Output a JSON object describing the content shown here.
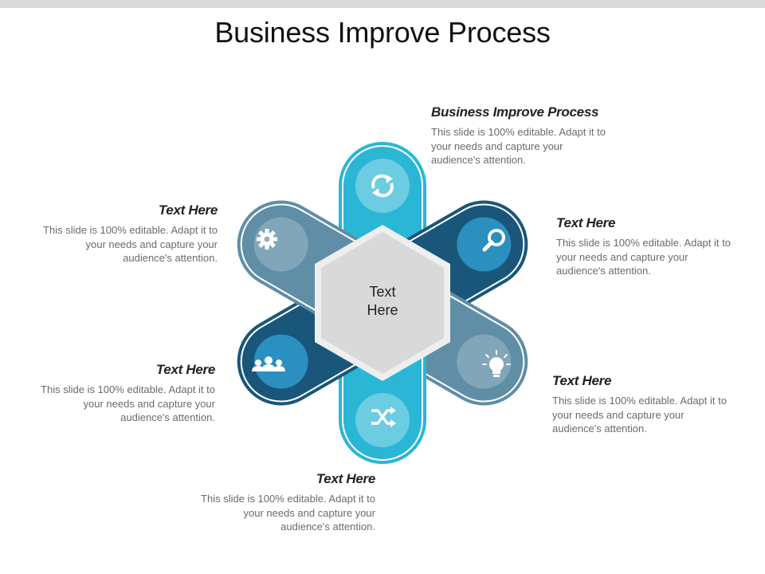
{
  "slide": {
    "title": "Business Improve Process",
    "center_label": {
      "line1": "Text",
      "line2": "Here"
    }
  },
  "colors": {
    "top_petal": "#2bb6d6",
    "top_right_petal": "#19567a",
    "bottom_right_petal": "#5f8ea6",
    "bottom_petal": "#2bb6d6",
    "bottom_left_petal": "#19567a",
    "top_left_petal": "#5f8ea6",
    "hexagon_fill": "#d9d9d9",
    "hexagon_border": "#eeeeee"
  },
  "petals": [
    {
      "id": "top",
      "icon": "refresh-icon"
    },
    {
      "id": "top-right",
      "icon": "search-icon"
    },
    {
      "id": "bottom-right",
      "icon": "lightbulb-icon"
    },
    {
      "id": "bottom",
      "icon": "shuffle-icon"
    },
    {
      "id": "bottom-left",
      "icon": "team-icon"
    },
    {
      "id": "top-left",
      "icon": "gear-icon"
    }
  ],
  "blocks": {
    "top": {
      "heading": "Business Improve Process",
      "body": "This slide is 100% editable. Adapt it to your needs and capture your audience's attention."
    },
    "top_right": {
      "heading": "Text Here",
      "body": "This slide is 100% editable. Adapt it to your needs and capture your audience's attention."
    },
    "bottom_right": {
      "heading": "Text Here",
      "body": "This slide is 100% editable. Adapt it to your needs and capture your audience's attention."
    },
    "bottom": {
      "heading": "Text Here",
      "body": "This slide is 100% editable. Adapt it to your needs and capture your audience's attention."
    },
    "bottom_left": {
      "heading": "Text Here",
      "body": "This slide is 100% editable. Adapt it to your needs and capture your audience's attention."
    },
    "top_left": {
      "heading": "Text Here",
      "body": "This slide is 100% editable. Adapt it to your needs and capture your audience's attention."
    }
  }
}
